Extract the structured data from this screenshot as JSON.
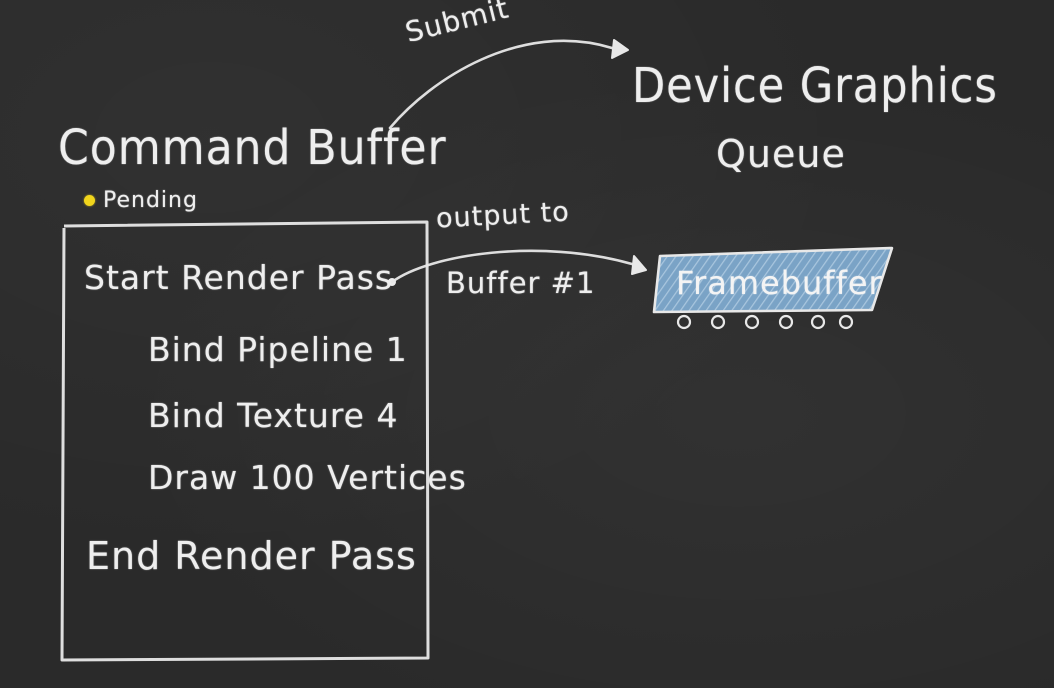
{
  "command_buffer": {
    "title": "Command Buffer",
    "state_label": "Pending",
    "state_color": "#f1d51c",
    "commands": [
      "Start Render Pass",
      "Bind Pipeline 1",
      "Bind Texture 4",
      "Draw 100 Vertices",
      "End Render Pass"
    ]
  },
  "queue": {
    "title_line1": "Device Graphics",
    "title_line2": "Queue"
  },
  "arrows": {
    "submit_label": "Submit",
    "output_label_line1": "output to",
    "output_label_line2": "Buffer #1"
  },
  "framebuffer": {
    "label": "Framebuffer",
    "fill_color": "#7aa3c6"
  },
  "colors": {
    "background": "#2a2a2a",
    "chalk": "#eeeeee"
  }
}
